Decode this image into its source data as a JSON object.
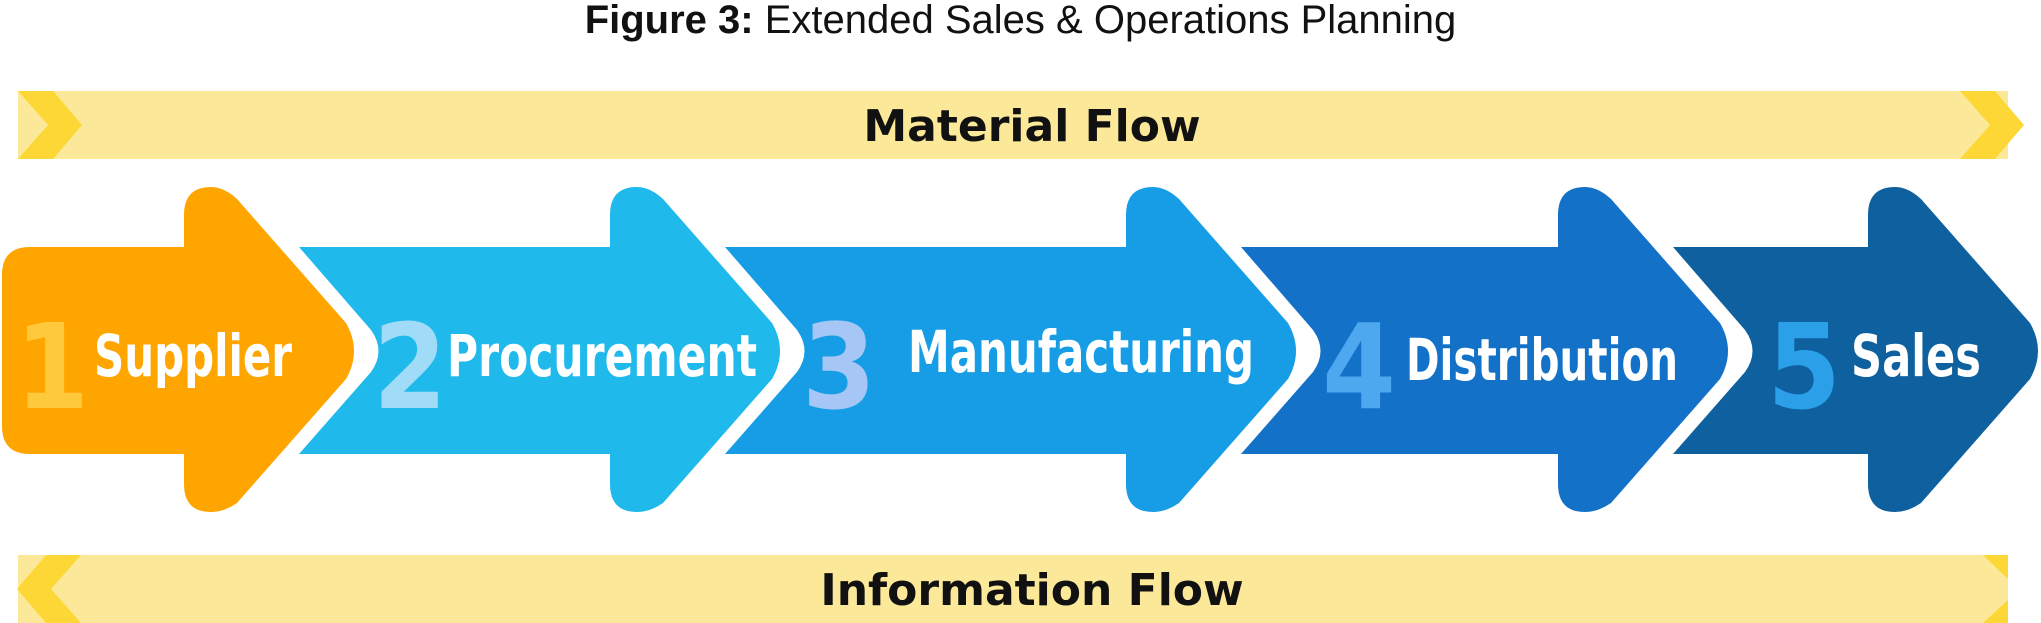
{
  "figure": {
    "label": "Figure 3:",
    "caption": "Extended Sales & Operations Planning"
  },
  "bands": {
    "top": {
      "label": "Material Flow",
      "direction": "right"
    },
    "bottom": {
      "label": "Information Flow",
      "direction": "left"
    }
  },
  "steps": [
    {
      "number": "1",
      "label": "Supplier"
    },
    {
      "number": "2",
      "label": "Procurement"
    },
    {
      "number": "3",
      "label": "Manufacturing"
    },
    {
      "number": "4",
      "label": "Distribution"
    },
    {
      "number": "5",
      "label": "Sales"
    }
  ],
  "colors": {
    "band_fill": "#FBE999",
    "band_chevron": "#FDD736",
    "step1": "#FFA500",
    "step2": "#20B9EC",
    "step3": "#169DE5",
    "step4": "#1371C7",
    "step5": "#0E609F",
    "num1": "#FFC93C",
    "num2": "#A0DBF7",
    "num3": "#A6C7F6",
    "num4": "#4EA8F0",
    "num5": "#2B9FE8"
  }
}
